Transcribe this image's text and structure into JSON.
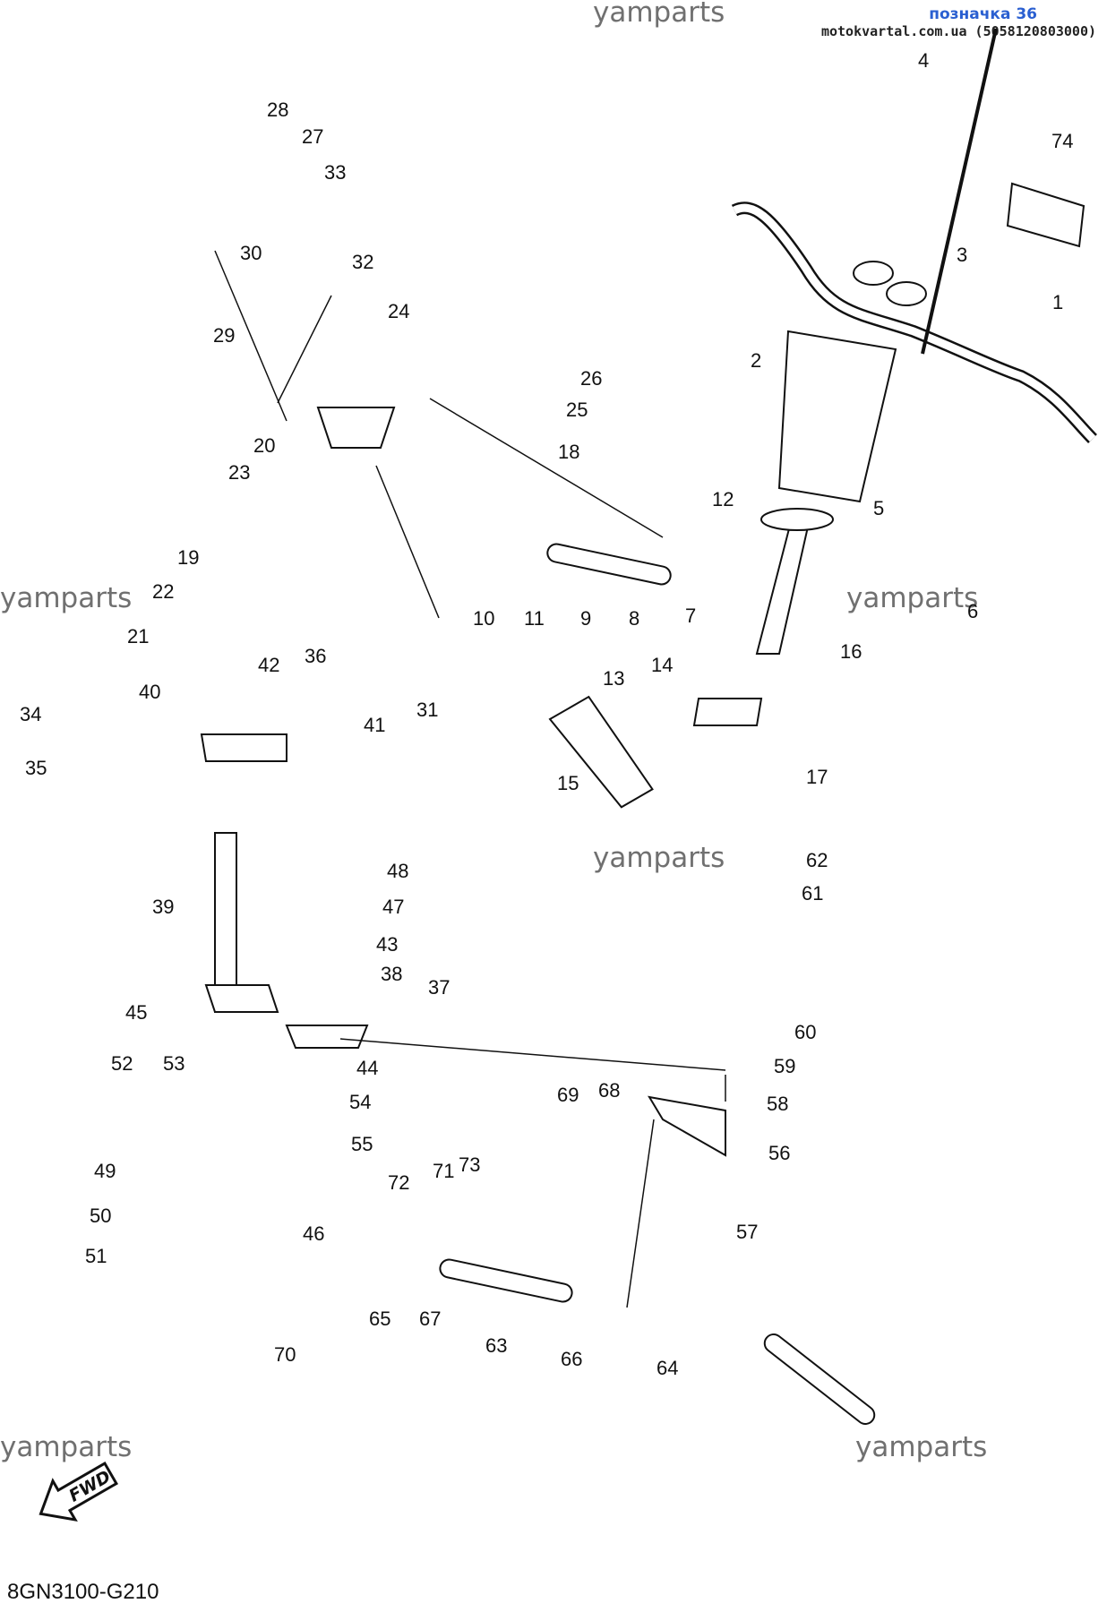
{
  "header": {
    "label": "позначка 36",
    "site": "motokvartal.com.ua (5058120803000)"
  },
  "watermark": "yamparts",
  "diagram_code": "8GN3100-G210",
  "fwd_label": "FWD",
  "parts": [
    "1",
    "2",
    "3",
    "4",
    "5",
    "6",
    "7",
    "8",
    "9",
    "10",
    "11",
    "12",
    "13",
    "14",
    "15",
    "16",
    "17",
    "18",
    "19",
    "20",
    "21",
    "22",
    "23",
    "24",
    "25",
    "26",
    "27",
    "28",
    "29",
    "30",
    "31",
    "32",
    "33",
    "34",
    "35",
    "36",
    "37",
    "38",
    "39",
    "40",
    "41",
    "42",
    "43",
    "44",
    "45",
    "46",
    "47",
    "48",
    "49",
    "50",
    "51",
    "52",
    "53",
    "54",
    "55",
    "56",
    "57",
    "58",
    "59",
    "60",
    "61",
    "62",
    "63",
    "64",
    "65",
    "66",
    "67",
    "68",
    "69",
    "70",
    "71",
    "72",
    "73",
    "74"
  ]
}
